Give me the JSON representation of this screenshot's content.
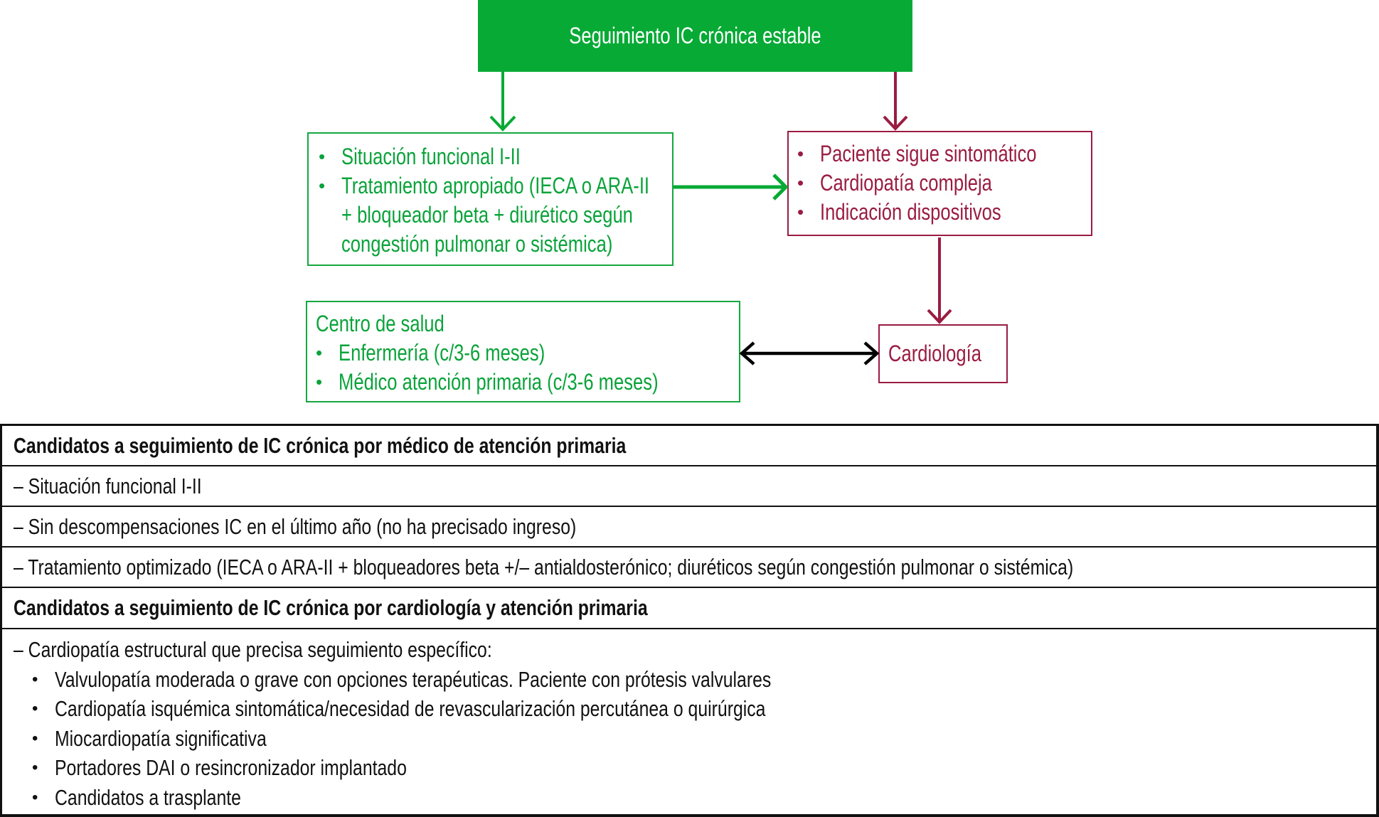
{
  "colors": {
    "green": "#07aa35",
    "green_text": "#0aa33a",
    "dark_red": "#9a1c42",
    "black": "#111111"
  },
  "flowchart": {
    "top_box": {
      "label": "Seguimiento IC crónica estable"
    },
    "green_box": {
      "items": [
        {
          "bullet": "•",
          "lines": [
            "Situación funcional I-II"
          ]
        },
        {
          "bullet": "•",
          "lines": [
            "Tratamiento apropiado (IECA o ARA-II",
            "+ bloqueador beta + diurético según",
            "congestión pulmonar o sistémica)"
          ]
        }
      ]
    },
    "red_box": {
      "items": [
        {
          "bullet": "•",
          "text": "Paciente sigue sintomático"
        },
        {
          "bullet": "•",
          "text": "Cardiopatía compleja"
        },
        {
          "bullet": "•",
          "text": "Indicación dispositivos"
        }
      ]
    },
    "centro_box": {
      "title": "Centro de salud",
      "items": [
        {
          "bullet": "•",
          "text": "Enfermería (c/3-6 meses)"
        },
        {
          "bullet": "•",
          "text": "Médico atención primaria (c/3-6 meses)"
        }
      ]
    },
    "cardio_box": {
      "label": "Cardiología"
    },
    "arrows": [
      {
        "from": "top_box",
        "to": "green_box",
        "color": "green",
        "style": "single"
      },
      {
        "from": "top_box",
        "to": "red_box",
        "color": "dark_red",
        "style": "single"
      },
      {
        "from": "green_box",
        "to": "red_box",
        "color": "green",
        "style": "single"
      },
      {
        "from": "red_box",
        "to": "cardio_box",
        "color": "dark_red",
        "style": "single"
      },
      {
        "from": "centro_box",
        "to": "cardio_box",
        "color": "black",
        "style": "double"
      }
    ]
  },
  "table": {
    "section1_header": "Candidatos a seguimiento de IC crónica por médico de atención primaria",
    "section1_rows": [
      "– Situación funcional I-II",
      "– Sin descompensaciones IC en el último año (no ha precisado ingreso)",
      "– Tratamiento optimizado (IECA o ARA-II + bloqueadores beta +/– antialdosterónico; diuréticos según congestión pulmonar o sistémica)"
    ],
    "section2_header": "Candidatos a seguimiento de IC crónica por cardiología y atención primaria",
    "section2_intro": "– Cardiopatía estructural que precisa seguimiento específico:",
    "section2_bullet": "•",
    "section2_items": [
      "Valvulopatía moderada o grave con opciones terapéuticas. Paciente con prótesis valvulares",
      "Cardiopatía isquémica sintomática/necesidad de revascularización percutánea o quirúrgica",
      "Miocardiopatía significativa",
      "Portadores DAI o resincronizador implantado",
      "Candidatos a trasplante"
    ]
  }
}
